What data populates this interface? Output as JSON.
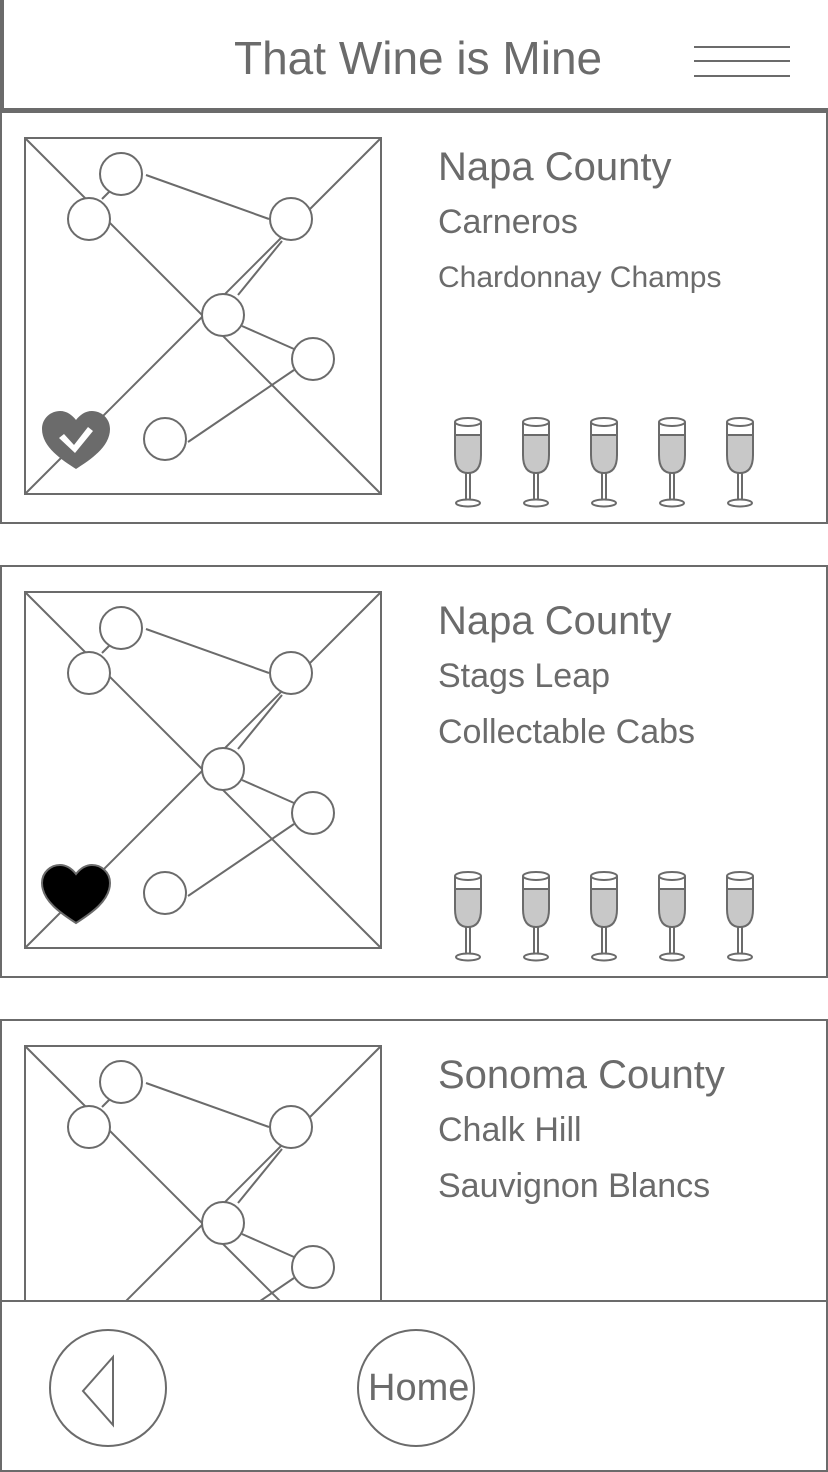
{
  "header": {
    "title": "That Wine is Mine"
  },
  "cards": [
    {
      "region": "Napa County",
      "subregion": "Carneros",
      "collection": "Chardonnay Champs",
      "favorite": false
    },
    {
      "region": "Napa County",
      "subregion": "Stags Leap",
      "collection": "Collectable Cabs",
      "favorite": true
    },
    {
      "region": "Sonoma County",
      "subregion": "Chalk Hill",
      "collection": "Sauvignon Blancs",
      "favorite": false
    }
  ],
  "bottom_nav": {
    "home_label": "Home"
  },
  "icons": {
    "menu": "hamburger-menu-icon",
    "favorite": "heart-icon",
    "rating": "wine-glass-icon",
    "back": "back-triangle-icon",
    "image": "image-placeholder"
  },
  "colors": {
    "line": "#6b6b6b",
    "wine": "#c8c8c8",
    "favorite_active": "#000000",
    "favorite_inactive": "#6b6b6b"
  }
}
